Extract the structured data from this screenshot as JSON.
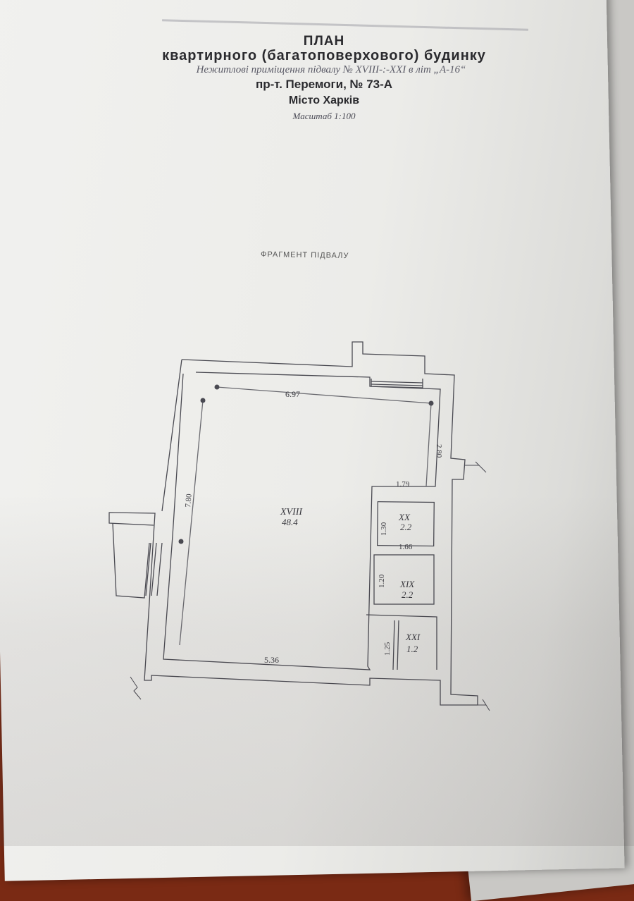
{
  "document": {
    "title": "ПЛАН",
    "subtitle": "квартирного (багатоповерхового) будинку",
    "premises": "Нежитлові приміщення підвалу № XVIII-:-XXI в літ „А-16“",
    "address": "пр-т. Перемоги, № 73-А",
    "city": "Місто Харків",
    "scale": "Масштаб 1:100",
    "fragment_label": "ФРАГМЕНТ ПІДВАЛУ"
  },
  "plan": {
    "rooms": [
      {
        "id": "XVIII",
        "area": "48.4"
      },
      {
        "id": "XX",
        "area": "2.2"
      },
      {
        "id": "XIX",
        "area": "2.2"
      },
      {
        "id": "XXI",
        "area": "1.2"
      }
    ],
    "dimensions": {
      "top": "6.97",
      "right": "2.80",
      "left": "7.80",
      "bottom": "5.36",
      "closet_width": "1.79",
      "xx_height": "1.30",
      "xx_width": "1.66",
      "xix_height": "1.20",
      "xxi_height": "1.25"
    }
  }
}
